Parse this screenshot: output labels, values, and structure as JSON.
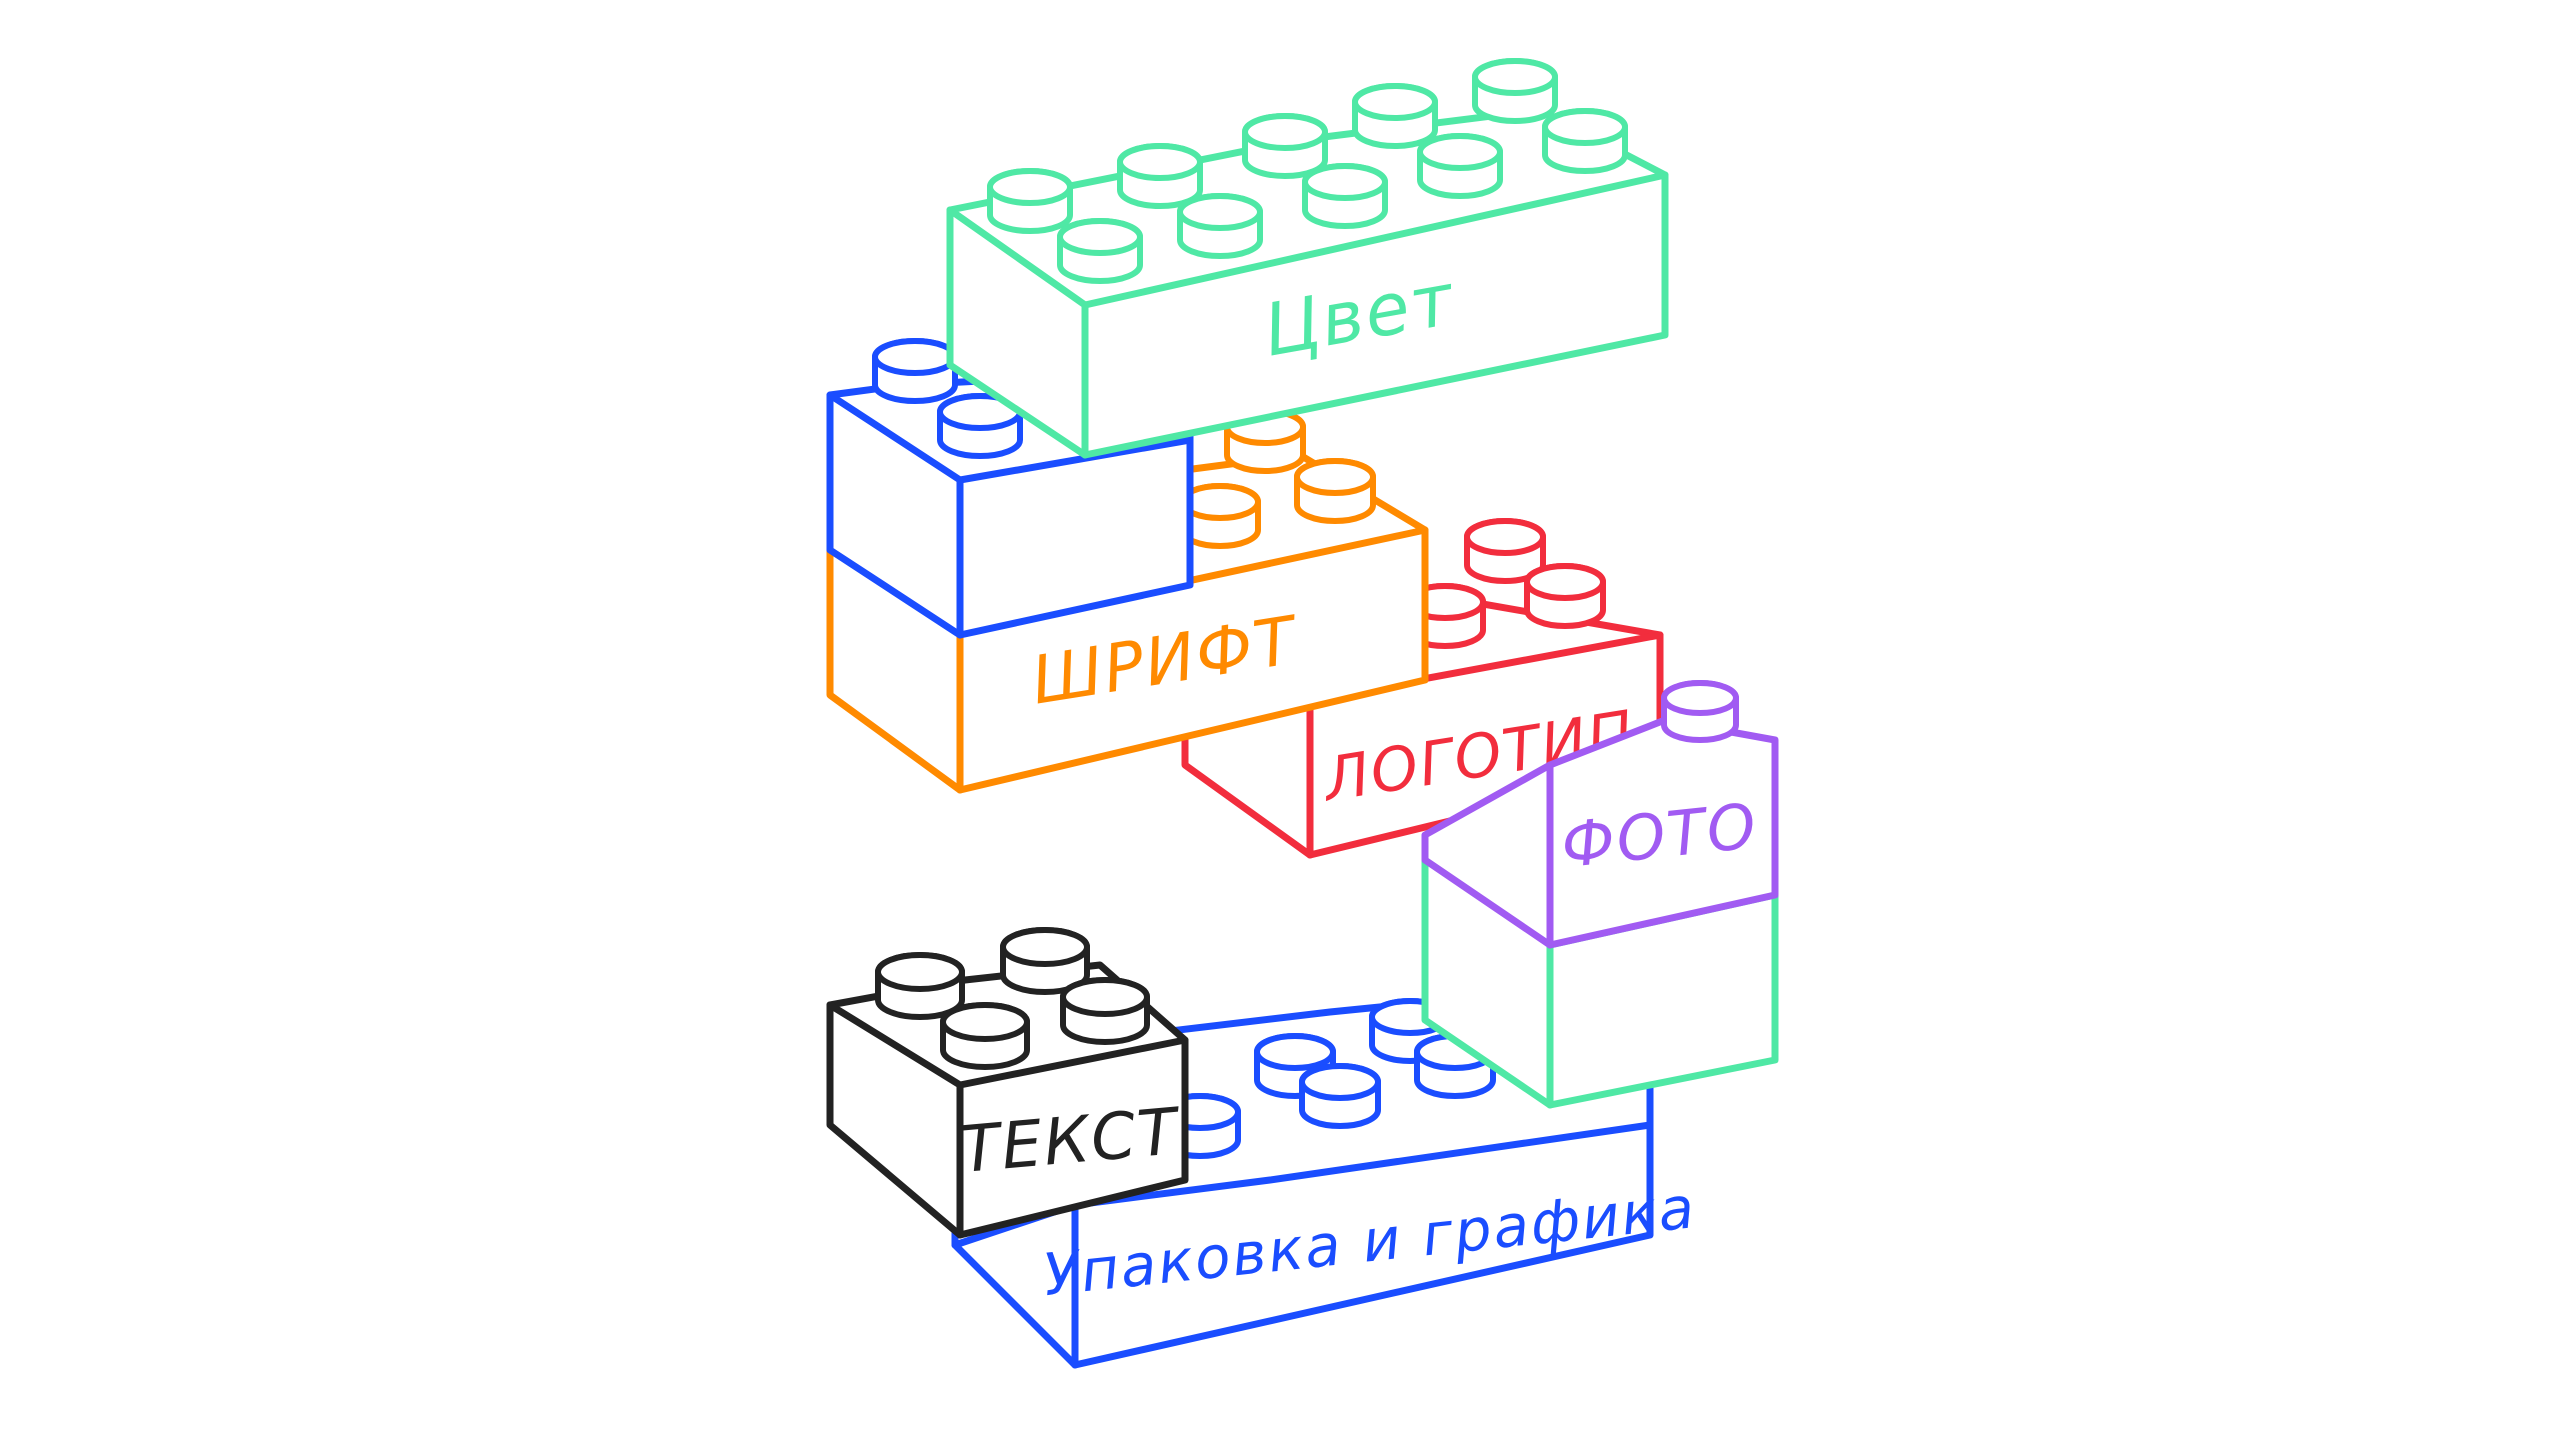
{
  "diagram": {
    "background_color": "#ffffff",
    "bricks": [
      {
        "id": "upakovka",
        "label": "Упаковка и графика",
        "color": "#1a4dff"
      },
      {
        "id": "tekst",
        "label": "ТЕКСТ",
        "color": "#222222"
      },
      {
        "id": "foto",
        "label": "ФОТО",
        "color": "#a15bf2"
      },
      {
        "id": "foto-base",
        "label": "",
        "color": "#4fe8a5"
      },
      {
        "id": "logotip",
        "label": "ЛОГОТИП",
        "color": "#f22d3d"
      },
      {
        "id": "shrift",
        "label": "ШРИФТ",
        "color": "#ff8a00"
      },
      {
        "id": "blue-top",
        "label": "",
        "color": "#1a4dff"
      },
      {
        "id": "tsvet",
        "label": "Цвет",
        "color": "#4fe8a5"
      }
    ]
  }
}
